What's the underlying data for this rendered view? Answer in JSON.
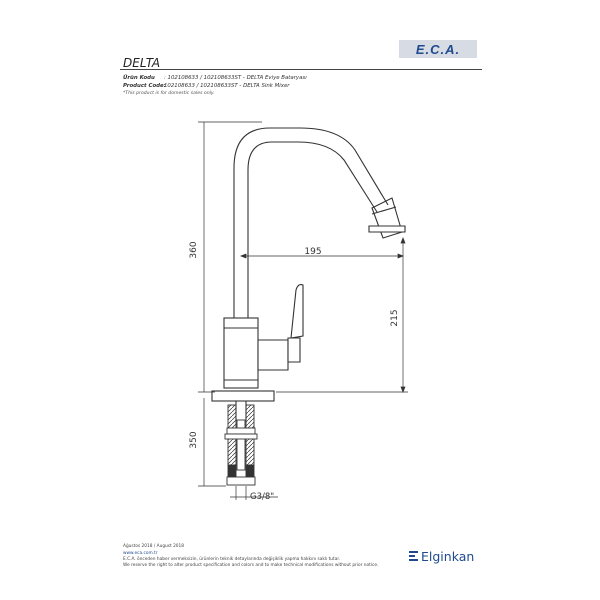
{
  "header": {
    "title": "DELTA",
    "logo_text": "E.C.A."
  },
  "product_info": {
    "tr_label": "Ürün Kodu",
    "tr_value": ": 102108633 / 102108633ST - DELTA Eviye Bataryası",
    "en_label": "Product Code:",
    "en_value": "102108633 / 102108633ST - DELTA Sink Mixer",
    "note": "*This product is for domestic sales only."
  },
  "drawing": {
    "dimensions": {
      "total_height": "360",
      "spout_reach": "195",
      "spout_height": "215",
      "below_counter": "350",
      "connection": "G3/8\""
    }
  },
  "footer": {
    "date": "Ağustos 2018 / August 2018",
    "website": "www.eca.com.tr",
    "disclaimer_tr": "E.C.A. önceden haber vermeksizin, ürünlerin teknik detaylarında değişiklik yapma hakkını saklı tutar.",
    "disclaimer_en": "We reserve the right to alter product specification and colors and to make technical modifications without prior notice.",
    "brand": "Elginkan"
  },
  "colors": {
    "brand_blue": "#1f4a8f",
    "logo_bg": "#d7dce4",
    "line": "#333333"
  }
}
